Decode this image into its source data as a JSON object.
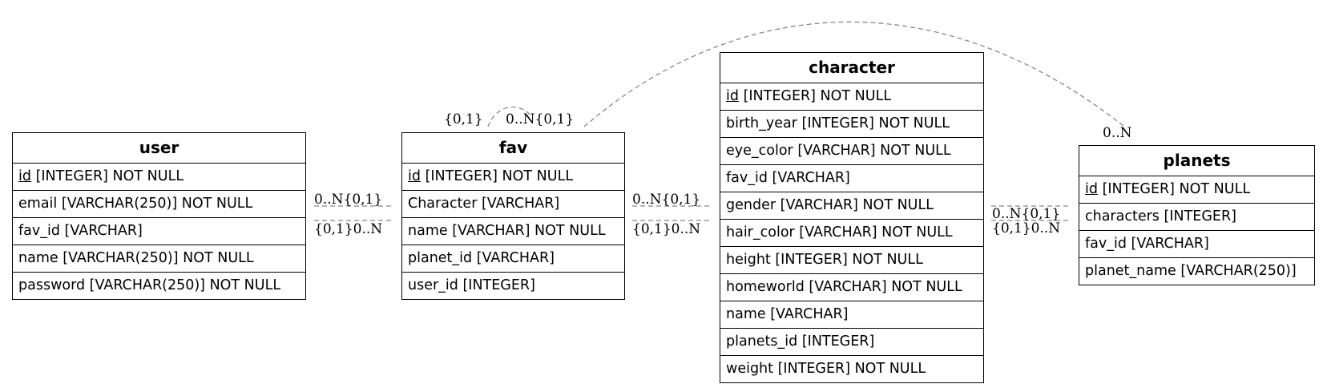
{
  "entities": [
    {
      "id": "user",
      "title": "user",
      "fields": [
        {
          "name": "id",
          "type": "[INTEGER] NOT NULL",
          "pk": true
        },
        {
          "name": "email",
          "type": "[VARCHAR(250)] NOT NULL",
          "pk": false
        },
        {
          "name": "fav_id",
          "type": "[VARCHAR]",
          "pk": false
        },
        {
          "name": "name",
          "type": "[VARCHAR(250)] NOT NULL",
          "pk": false
        },
        {
          "name": "password",
          "type": "[VARCHAR(250)] NOT NULL",
          "pk": false
        }
      ]
    },
    {
      "id": "fav",
      "title": "fav",
      "fields": [
        {
          "name": "id",
          "type": "[INTEGER] NOT NULL",
          "pk": true
        },
        {
          "name": "Character",
          "type": "[VARCHAR]",
          "pk": false
        },
        {
          "name": "name",
          "type": "[VARCHAR] NOT NULL",
          "pk": false
        },
        {
          "name": "planet_id",
          "type": "[VARCHAR]",
          "pk": false
        },
        {
          "name": "user_id",
          "type": "[INTEGER]",
          "pk": false
        }
      ]
    },
    {
      "id": "character",
      "title": "character",
      "fields": [
        {
          "name": "id",
          "type": "[INTEGER] NOT NULL",
          "pk": true
        },
        {
          "name": "birth_year",
          "type": "[INTEGER] NOT NULL",
          "pk": false
        },
        {
          "name": "eye_color",
          "type": "[VARCHAR] NOT NULL",
          "pk": false
        },
        {
          "name": "fav_id",
          "type": "[VARCHAR]",
          "pk": false
        },
        {
          "name": "gender",
          "type": "[VARCHAR] NOT NULL",
          "pk": false
        },
        {
          "name": "hair_color",
          "type": "[VARCHAR] NOT NULL",
          "pk": false
        },
        {
          "name": "height",
          "type": "[INTEGER] NOT NULL",
          "pk": false
        },
        {
          "name": "homeworld",
          "type": "[VARCHAR] NOT NULL",
          "pk": false
        },
        {
          "name": "name",
          "type": "[VARCHAR]",
          "pk": false
        },
        {
          "name": "planets_id",
          "type": "[INTEGER]",
          "pk": false
        },
        {
          "name": "weight",
          "type": "[INTEGER] NOT NULL",
          "pk": false
        }
      ]
    },
    {
      "id": "planets",
      "title": "planets",
      "fields": [
        {
          "name": "id",
          "type": "[INTEGER] NOT NULL",
          "pk": true
        },
        {
          "name": "characters",
          "type": "[INTEGER]",
          "pk": false
        },
        {
          "name": "fav_id",
          "type": "[VARCHAR]",
          "pk": false
        },
        {
          "name": "planet_name",
          "type": "[VARCHAR(250)]",
          "pk": false
        }
      ]
    }
  ],
  "cardinalities": {
    "user_fav_top": "0..N{0,1}",
    "user_fav_bottom": "{0,1}0..N",
    "fav_self_left": "{0,1}",
    "fav_self_right": "0..N{0,1}",
    "fav_character_top": "0..N{0,1}",
    "fav_character_bottom": "{0,1}0..N",
    "character_planets_top": "0..N{0,1}",
    "character_planets_bottom": "{0,1}0..N",
    "fav_planets_end": "0..N"
  },
  "colors": {
    "line": "#888888",
    "border": "#000000",
    "text": "#000000",
    "background": "#ffffff"
  }
}
